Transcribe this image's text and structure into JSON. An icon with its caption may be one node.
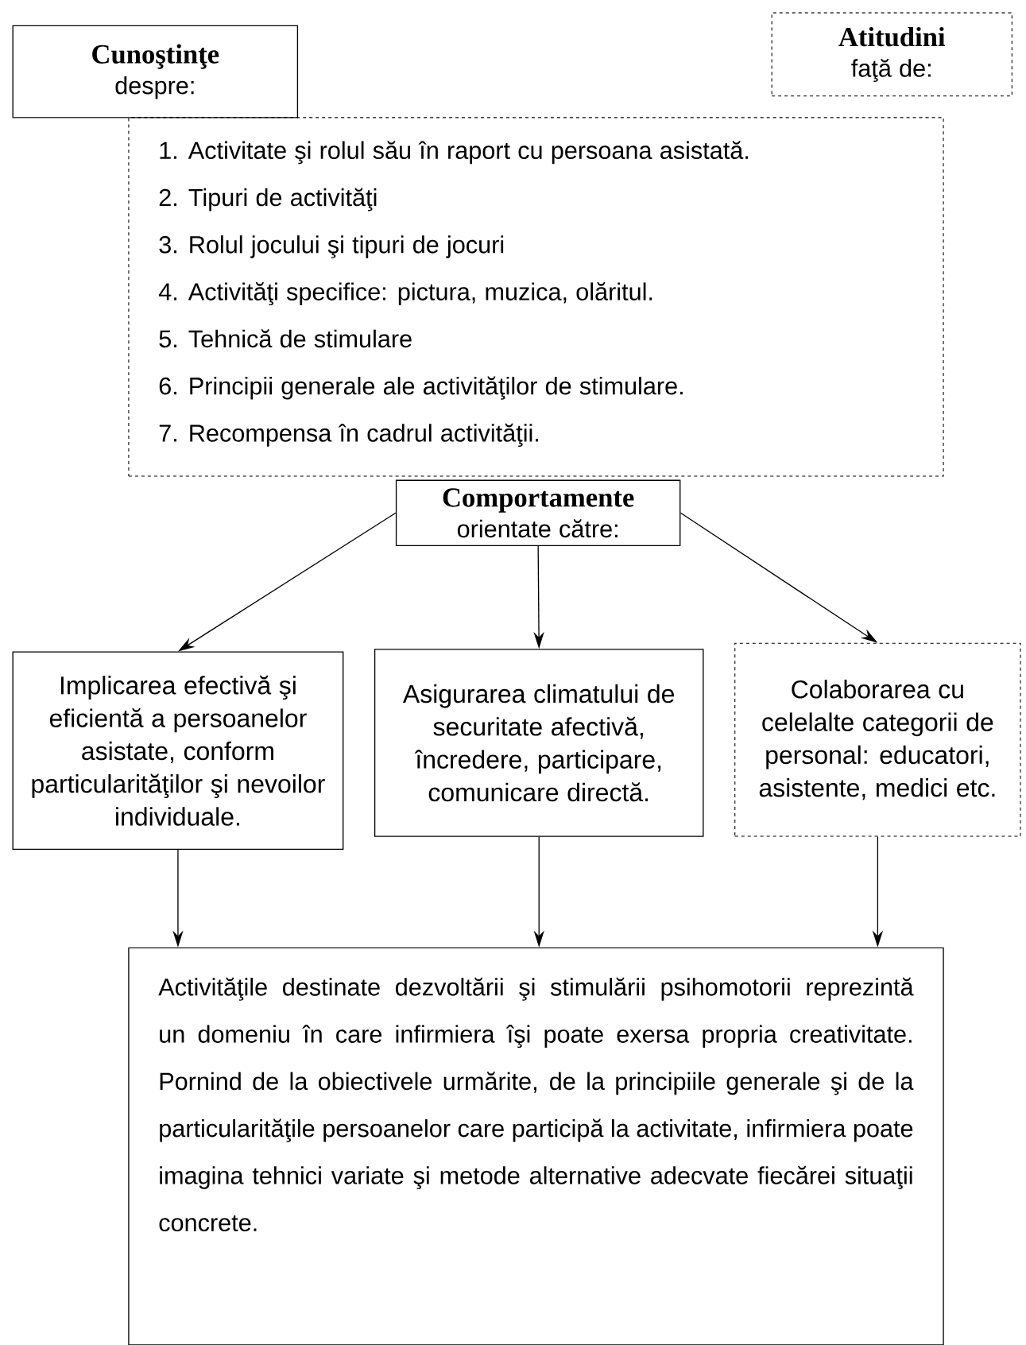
{
  "diagram": {
    "nodes": [
      {
        "text": [
          "Cunoştinţe",
          "despre:"
        ]
      },
      {
        "text": [
          "1. Activitate şi rolul său în raport cu persoana asistată.",
          "2. Tipuri de activităţi",
          "3. Rolul jocului şi tipuri de jocuri",
          "4. Activităţi specifice: pictura, muzica, olăritul.",
          "5. Tehnică de stimulare",
          "6. Principii generale ale activităţilor de stimulare.",
          "7. Recompensa în cadrul activităţii."
        ]
      },
      {
        "text": [
          "Atitudini",
          "faţă de:"
        ]
      },
      {
        "text": [
          "Comportamente",
          "orientate către:"
        ]
      },
      {
        "text": [
          "Implicarea efectivă şi eficientă a persoanelor asistate, conform particularităţilor şi nevoilor individuale."
        ]
      },
      {
        "text": [
          "Asigurarea climatului de securitate afectivă, încredere, participare, comunicare directă."
        ]
      },
      {
        "text": [
          "Colaborarea cu celelalte categorii de personal: educatori, asistente, medici etc."
        ]
      },
      {
        "text": [
          "Activităţile destinate dezvoltării şi stimulării psihomotorii reprezintă un domeniu în care infirmiera îşi poate exersa propria creativitate. Pornind de la obiectivele urmărite, de la principiile generale şi de la particularităţile persoanelor care participă la activitate, infirmiera poate imagina tehnici variate şi metode alternative adecvate fiecărei situaţii concrete."
        ]
      }
    ],
    "edges": [
      {
        "from": 3,
        "to": 4,
        "arrow": "to"
      },
      {
        "from": 3,
        "to": 5,
        "arrow": "to"
      },
      {
        "from": 3,
        "to": 6,
        "arrow": "to"
      },
      {
        "from": 4,
        "to": 7,
        "arrow": "to"
      },
      {
        "from": 5,
        "to": 7,
        "arrow": "to"
      },
      {
        "from": 6,
        "to": 7,
        "arrow": "to"
      }
    ]
  }
}
